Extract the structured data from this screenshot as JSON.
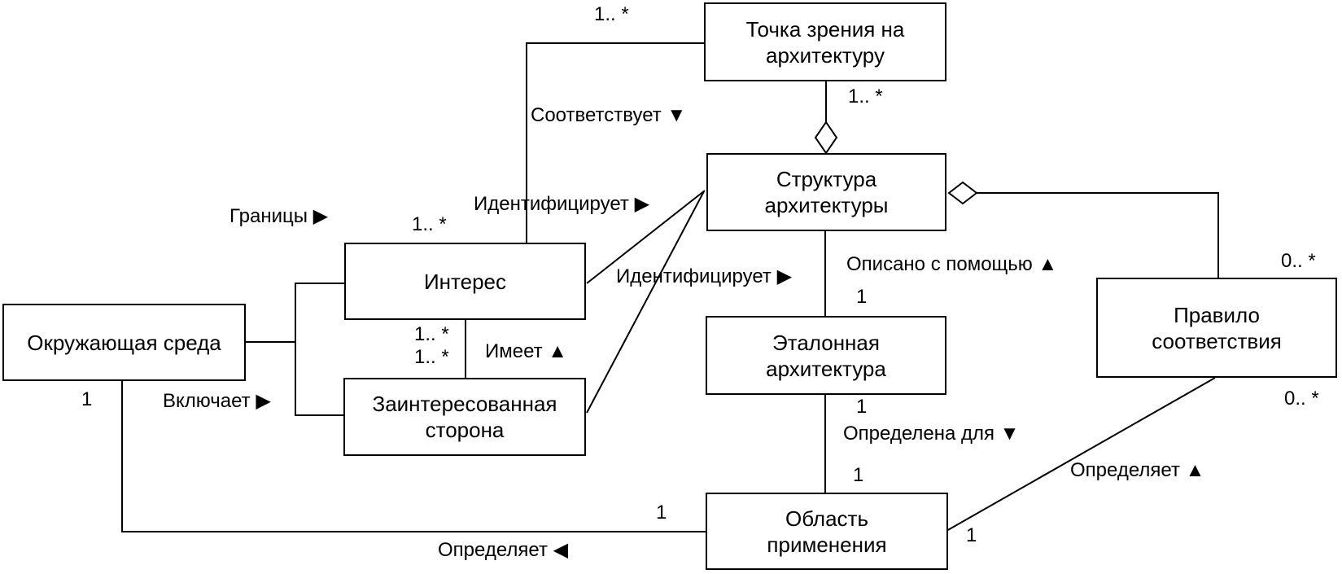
{
  "diagram": {
    "boxes": {
      "viewpoint": {
        "line1": "Точка зрения на",
        "line2": "архитектуру"
      },
      "structure": {
        "line1": "Структура",
        "line2": "архитектуры"
      },
      "concern": {
        "line1": "Интерес",
        "line2": ""
      },
      "environment": {
        "line1": "Окружающая среда",
        "line2": ""
      },
      "stakeholder": {
        "line1": "Заинтересованная",
        "line2": "сторона"
      },
      "reference": {
        "line1": "Эталонная",
        "line2": "архитектура"
      },
      "rule": {
        "line1": "Правило",
        "line2": "соответствия"
      },
      "area": {
        "line1": "Область",
        "line2": "применения"
      }
    },
    "labels": {
      "conforms": "Соответствует ▼",
      "identifies_concern": "Идентифицирует ▶",
      "identifies_stakeholder": "Идентифицирует ▶",
      "boundaries": "Границы ▶",
      "described_with": "Описано с помощью ▲",
      "has": "Имеет ▲",
      "includes": "Включает ▶",
      "defined_for": "Определена для ▼",
      "defines_up": "Определяет ▲",
      "defines_left": "Определяет ◀"
    },
    "multiplicities": {
      "viewpoint_top": "1.. *",
      "viewpoint_structure": "1.. *",
      "concern_top": "1.. *",
      "has_1": "1.. *",
      "has_2": "1.. *",
      "rule_top": "0.. *",
      "rule_bottom": "0.. *",
      "described_1": "1",
      "env_bottom": "1",
      "reference_bottom": "1",
      "area_top": "1",
      "area_left": "1",
      "area_right": "1"
    }
  }
}
